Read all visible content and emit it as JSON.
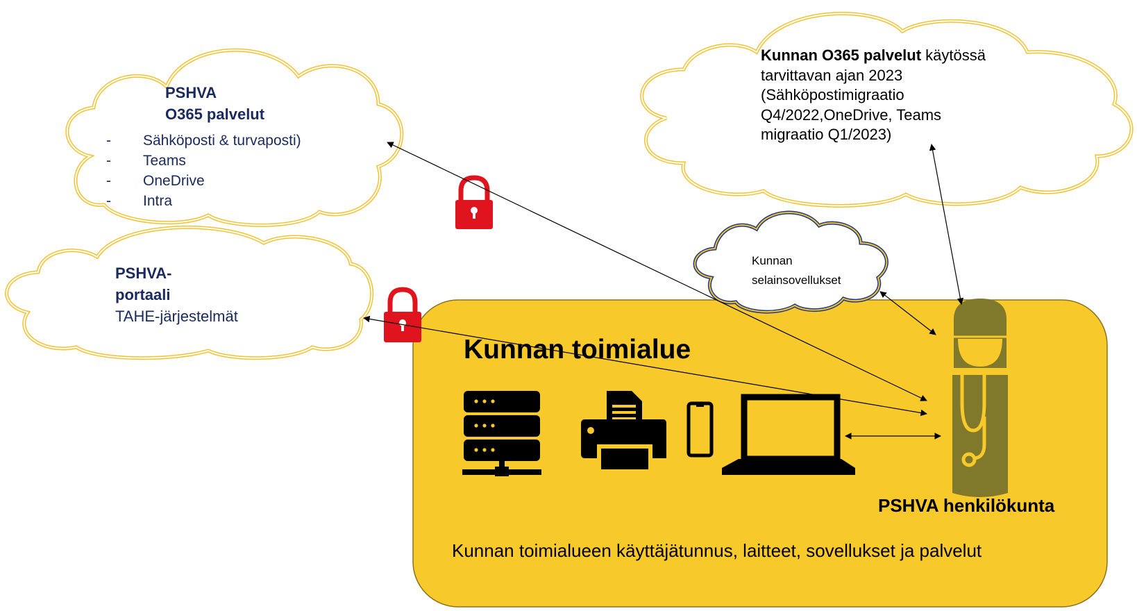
{
  "pshva_o365": {
    "title_line1": "PSHVA",
    "title_line2": "O365 palvelut",
    "items": [
      {
        "dash": "-",
        "label": "Sähköposti & turvaposti)"
      },
      {
        "dash": "-",
        "label": "Teams"
      },
      {
        "dash": "-",
        "label": "OneDrive"
      },
      {
        "dash": "-",
        "label": "Intra"
      }
    ]
  },
  "pshva_portal": {
    "title_line1": "PSHVA-",
    "title_line2": "portaali",
    "subtitle": "TAHE-järjestelmät"
  },
  "kunta_o365": {
    "bold": "Kunnan O365 palvelut",
    "rest_line1": " käytössä",
    "line2": "tarvittavan ajan 2023",
    "line3": "(Sähköpostimigraatio",
    "line4": "Q4/2022,OneDrive, Teams",
    "line5": "migraatio Q1/2023)"
  },
  "kunta_browser_apps": {
    "line1": "Kunnan",
    "line2": "selainsovellukset"
  },
  "domain_box": {
    "title": "Kunnan toimialue",
    "staff_label": "PSHVA henkilökunta",
    "footer": "Kunnan toimialueen käyttäjätunnus, laitteet, sovellukset ja palvelut"
  },
  "colors": {
    "domain_fill": "#F8C92A",
    "cloud_outline_gold": "#F2C230",
    "cloud_outline_blue": "#1f3a8a",
    "lock_red": "#e0141e",
    "person_fill": "#80782a",
    "navy_text": "#1a2a5e"
  },
  "icons": [
    "server-icon",
    "printer-icon",
    "phone-icon",
    "laptop-icon",
    "person-doctor-icon",
    "lock-icon"
  ]
}
